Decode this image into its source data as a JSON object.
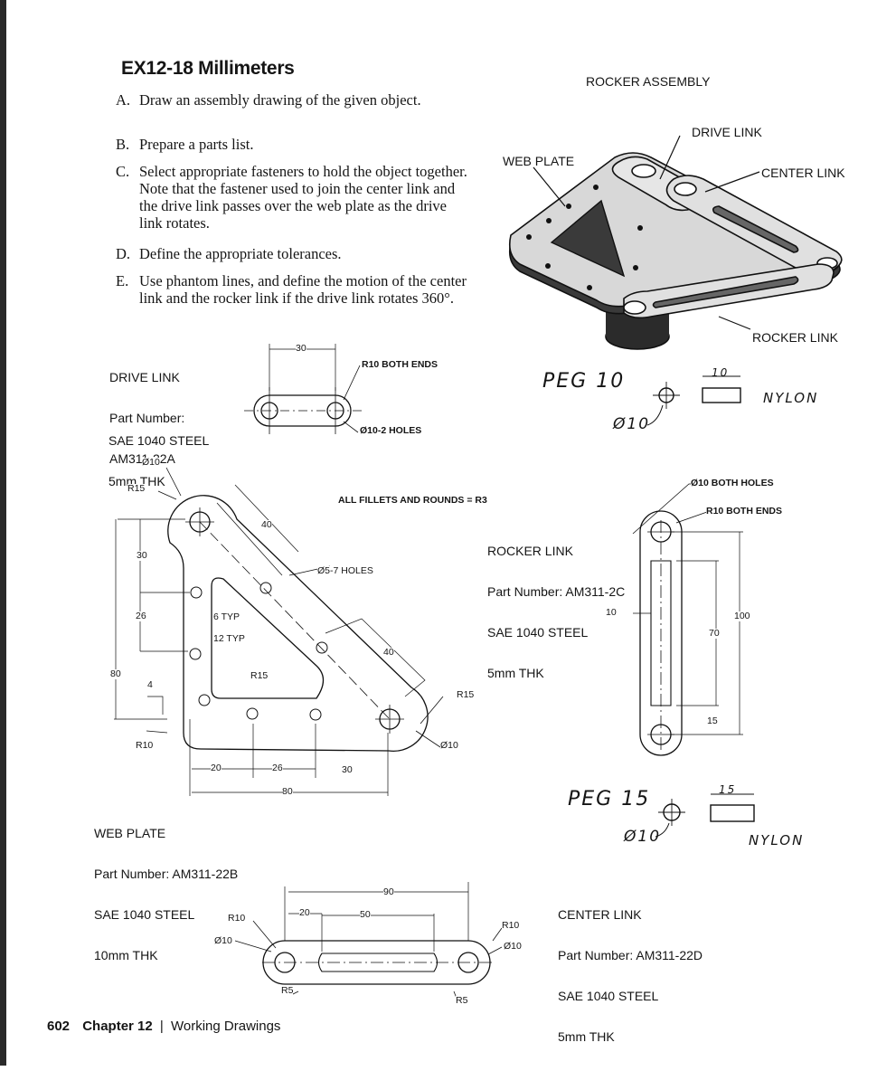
{
  "exercise": {
    "title": "EX12-18 Millimeters"
  },
  "instructions": [
    {
      "letter": "A.",
      "text": "Draw an assembly drawing of the given object."
    },
    {
      "letter": "B.",
      "text": "Prepare a parts list."
    },
    {
      "letter": "C.",
      "text": "Select appropriate fasteners to hold the object together. Note that the fastener used to join the center link and the drive link passes over the web plate as the drive link rotates."
    },
    {
      "letter": "D.",
      "text": "Define the appropriate tolerances."
    },
    {
      "letter": "E.",
      "text": "Use phantom lines, and define the motion of the center link and the rocker link if the drive link rotates 360°."
    }
  ],
  "assembly": {
    "title": "ROCKER ASSEMBLY",
    "labels": {
      "web_plate": "WEB PLATE",
      "drive_link": "DRIVE LINK",
      "center_link": "CENTER LINK",
      "rocker_link": "ROCKER LINK"
    }
  },
  "drive_link": {
    "name": "DRIVE LINK",
    "part_number": "Part Number:",
    "part_no": "AM311-22A",
    "material": "SAE 1040 STEEL",
    "thickness": "5mm THK",
    "dims": {
      "length": "30",
      "ends": "R10 BOTH ENDS",
      "holes": "Ø10-2 HOLES"
    }
  },
  "peg10": {
    "label": "PEG 10",
    "dia": "Ø10",
    "len": "10",
    "material": "NYLON"
  },
  "web_plate": {
    "name": "WEB PLATE",
    "part_number": "Part Number: AM311-22B",
    "material": "SAE 1040 STEEL",
    "thickness": "10mm THK",
    "note": "ALL FILLETS AND ROUNDS = R3",
    "dims": {
      "d10": "Ø10",
      "r15": "R15",
      "d40a": "40",
      "d30": "30",
      "d26": "26",
      "d80": "80",
      "d4": "4",
      "r10": "R10",
      "holes": "Ø5-7 HOLES",
      "typ6": "6 TYP",
      "typ12": "12 TYP",
      "r15b": "R15",
      "d40b": "40",
      "r15c": "R15",
      "d10b": "Ø10",
      "b20": "20",
      "b26": "26",
      "b30": "30",
      "b80": "80"
    }
  },
  "rocker_link": {
    "name": "ROCKER LINK",
    "part_number": "Part Number: AM311-2C",
    "material": "SAE 1040 STEEL",
    "thickness": "5mm THK",
    "dims": {
      "holes": "Ø10 BOTH HOLES",
      "ends": "R10 BOTH ENDS",
      "d10": "10",
      "d100": "100",
      "d70": "70",
      "d15": "15"
    }
  },
  "peg15": {
    "label": "PEG 15",
    "dia": "Ø10",
    "len": "15",
    "material": "NYLON"
  },
  "center_link": {
    "name": "CENTER LINK",
    "part_number": "Part Number: AM311-22D",
    "material": "SAE 1040 STEEL",
    "thickness": "5mm THK",
    "dims": {
      "d90": "90",
      "d20": "20",
      "d50": "50",
      "r10a": "R10",
      "d10a": "Ø10",
      "r10b": "R10",
      "d10b": "Ø10",
      "r5a": "R5",
      "r5b": "R5"
    }
  },
  "footer": {
    "page": "602",
    "chapter": "Chapter 12",
    "sep": "|",
    "section": "Working Drawings"
  }
}
